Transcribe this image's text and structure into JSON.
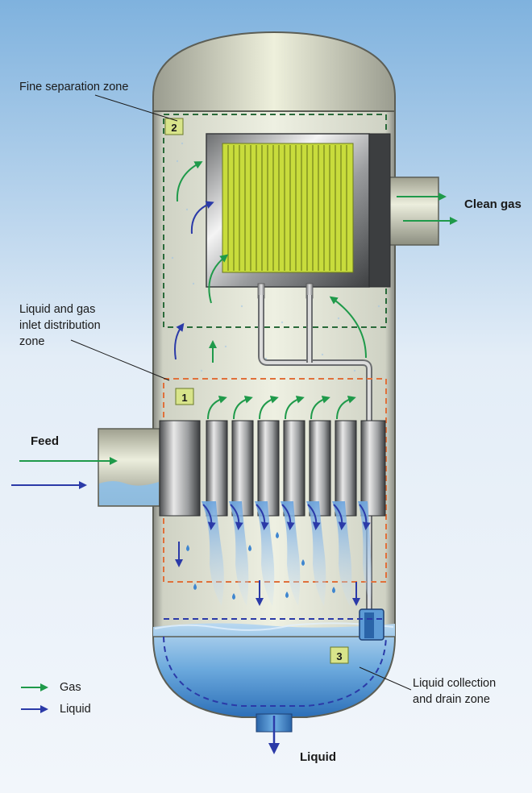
{
  "labels": {
    "fine_zone": "Fine separation zone",
    "inlet_zone": "Liquid and gas\ninlet distribution\nzone",
    "collection_zone": "Liquid collection\nand drain zone",
    "feed": "Feed",
    "clean_gas": "Clean gas",
    "liquid_out": "Liquid"
  },
  "zones": {
    "z1": "1",
    "z2": "2",
    "z3": "3"
  },
  "legend": {
    "gas": "Gas",
    "liquid": "Liquid"
  },
  "colors": {
    "gas_arrow": "#1f9a4a",
    "liquid_arrow": "#2b3aa8",
    "vessel_body": "#e6ead2",
    "liquid_pool": "#5b9ed8",
    "mesh_pad": "#c8dc3c",
    "zone1_border": "#e0703a",
    "zone2_border": "#2a6a3a",
    "zone3_border": "#2b3aa8",
    "background_top": "#7fb2de",
    "background_bottom": "#f2f6fb"
  },
  "icons": [
    "gas-arrow-icon",
    "liquid-arrow-icon"
  ]
}
